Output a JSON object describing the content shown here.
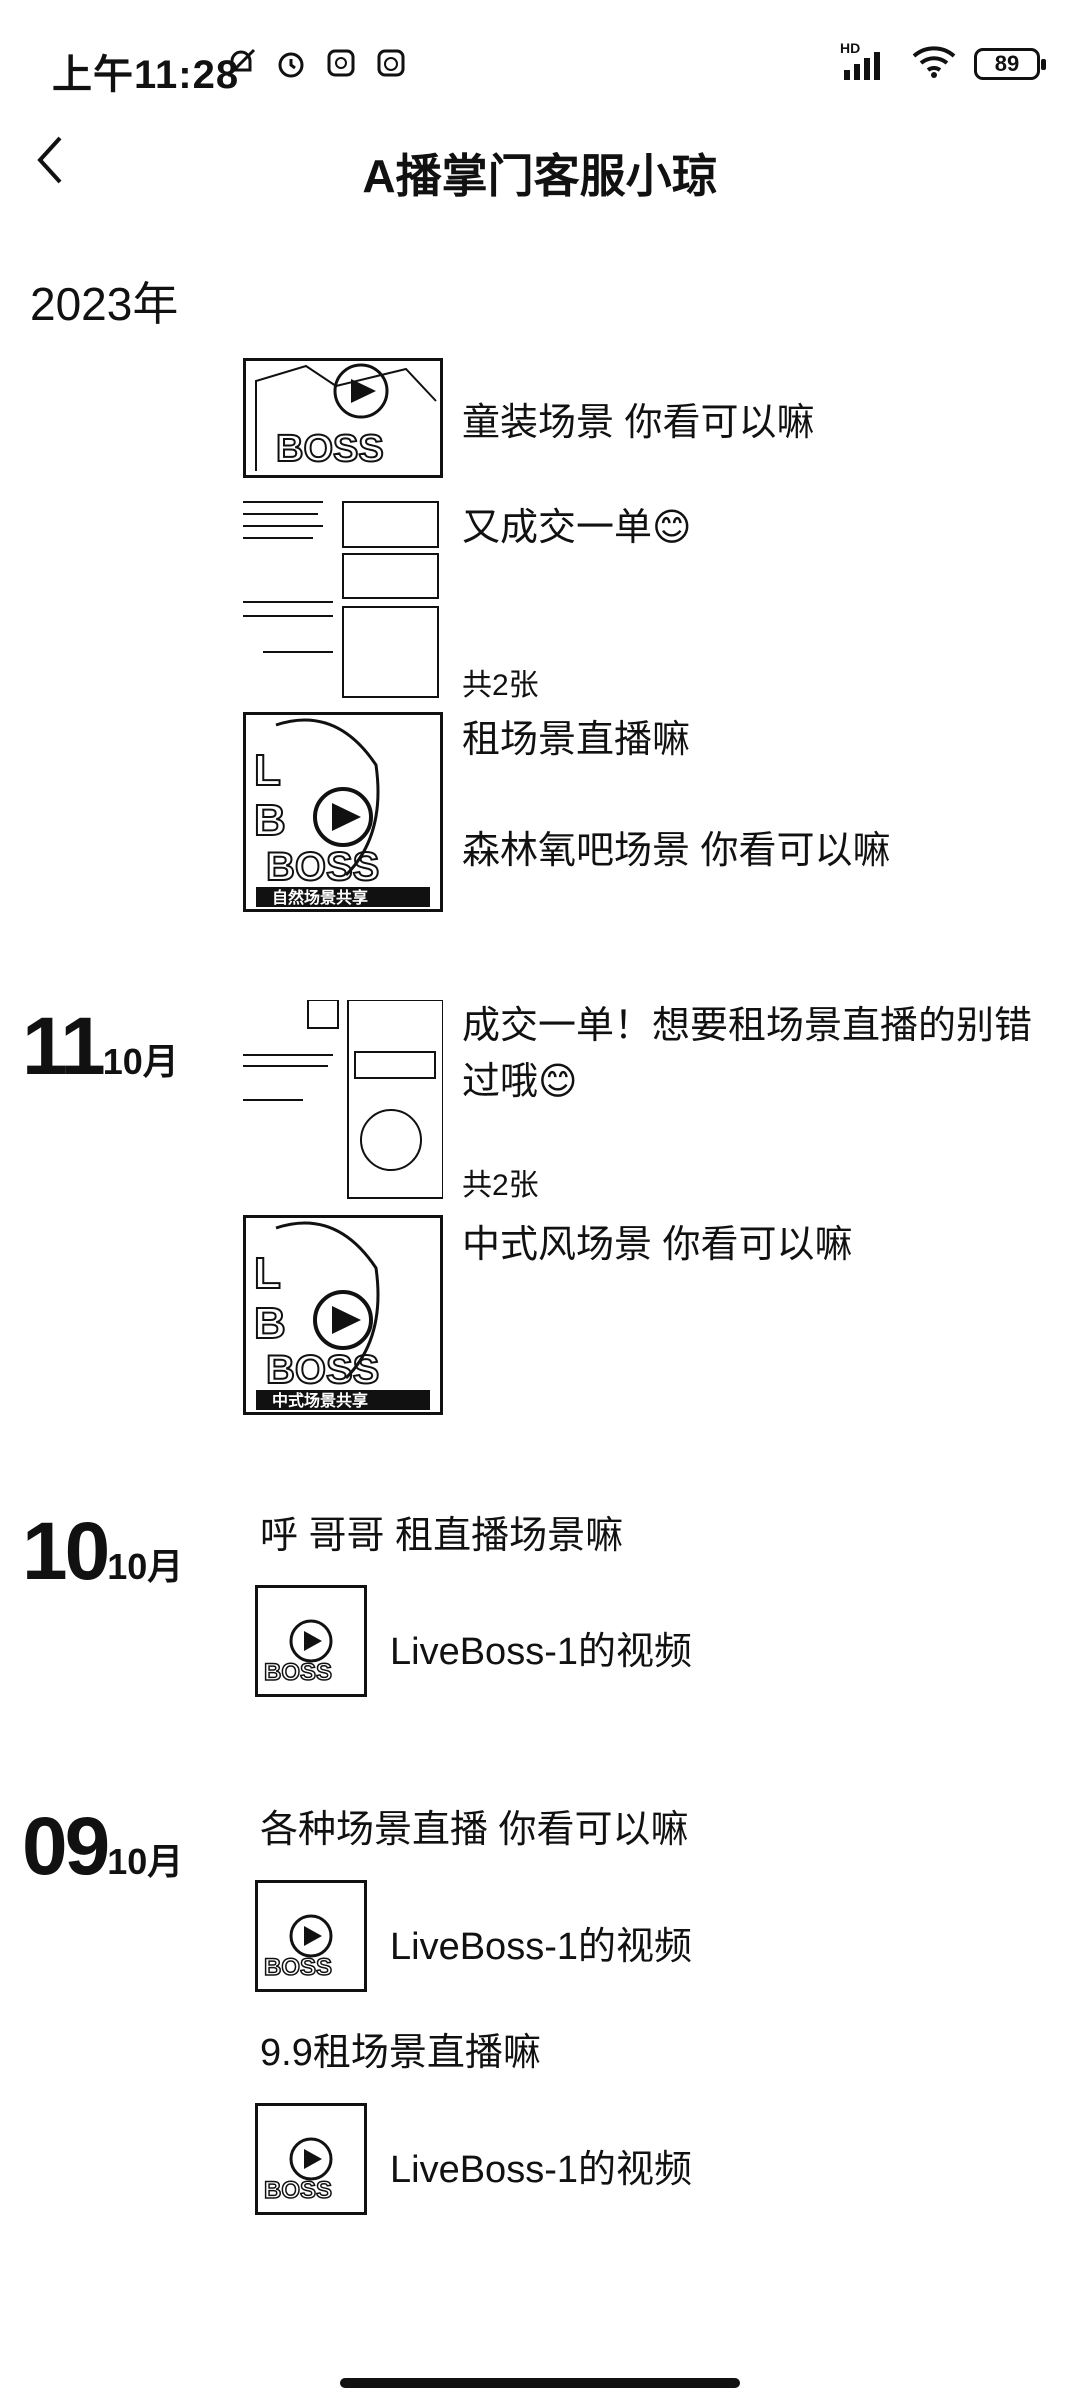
{
  "status": {
    "time": "上午11:28",
    "battery": "89",
    "signal_label": "HD"
  },
  "header": {
    "title": "A播掌门客服小琼"
  },
  "year_label": "2023年",
  "groups": [
    {
      "day": "",
      "month": "",
      "posts": [
        {
          "caption": "童装场景 你看可以嘛",
          "type": "poster"
        },
        {
          "caption": "又成交一单😊",
          "count": "共2张",
          "type": "doc"
        },
        {
          "caption": "租场景直播嘛",
          "type": "text"
        },
        {
          "caption": "森林氧吧场景 你看可以嘛",
          "type": "poster"
        }
      ]
    },
    {
      "day": "11",
      "month": "10月",
      "posts": [
        {
          "caption_line1": "成交一单！想要租场景直播的别错",
          "caption_line2": "过哦😊",
          "count": "共2张",
          "type": "doc"
        },
        {
          "caption": "中式风场景 你看可以嘛",
          "type": "poster"
        }
      ]
    },
    {
      "day": "10",
      "month": "10月",
      "posts": [
        {
          "caption": "呼 哥哥 租直播场景嘛",
          "video_label": "LiveBoss-1的视频",
          "type": "video"
        }
      ]
    },
    {
      "day": "09",
      "month": "10月",
      "posts": [
        {
          "caption": "各种场景直播 你看可以嘛",
          "video_label": "LiveBoss-1的视频",
          "type": "video"
        },
        {
          "caption": "9.9租场景直播嘛",
          "video_label": "LiveBoss-1的视频",
          "type": "video"
        }
      ]
    }
  ],
  "poster_text": {
    "boss": "BOSS",
    "tag1": "自然场景共享",
    "tag2": "中式场景共享"
  }
}
